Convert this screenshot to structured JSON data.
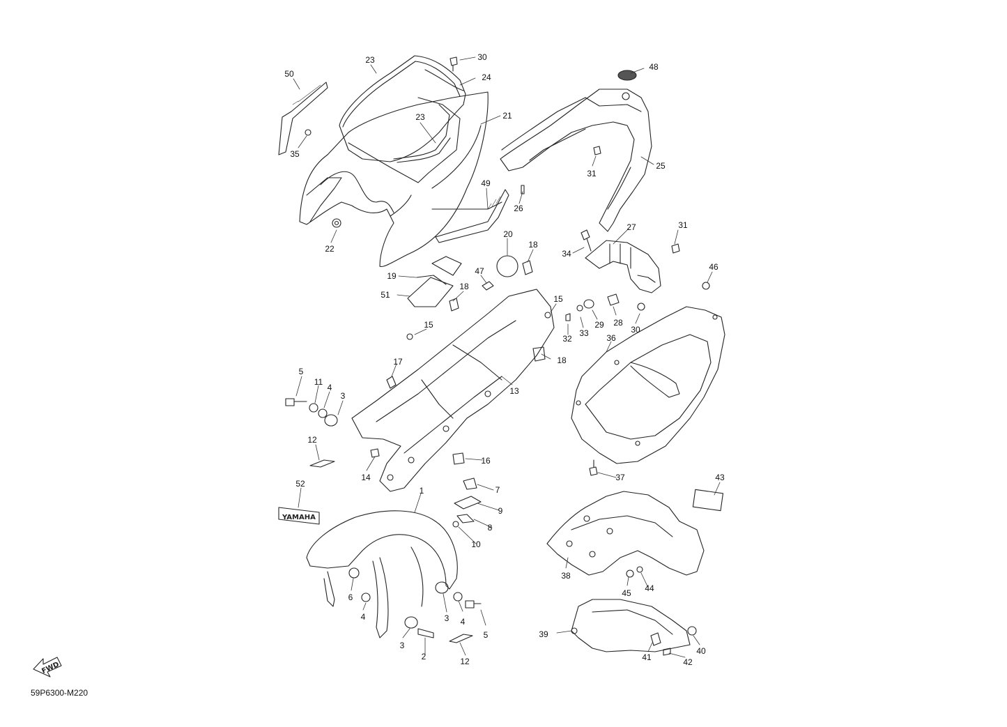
{
  "diagram_code": "59P6300-M220",
  "fwd_label": "FWD",
  "callouts": [
    {
      "id": "c50",
      "label": "50"
    },
    {
      "id": "c23a",
      "label": "23"
    },
    {
      "id": "c30a",
      "label": "30"
    },
    {
      "id": "c24",
      "label": "24"
    },
    {
      "id": "c23b",
      "label": "23"
    },
    {
      "id": "c21",
      "label": "21"
    },
    {
      "id": "c35",
      "label": "35"
    },
    {
      "id": "c22",
      "label": "22"
    },
    {
      "id": "c49",
      "label": "49"
    },
    {
      "id": "c48",
      "label": "48"
    },
    {
      "id": "c31a",
      "label": "31"
    },
    {
      "id": "c25",
      "label": "25"
    },
    {
      "id": "c26",
      "label": "26"
    },
    {
      "id": "c27",
      "label": "27"
    },
    {
      "id": "c31b",
      "label": "31"
    },
    {
      "id": "c34",
      "label": "34"
    },
    {
      "id": "c20",
      "label": "20"
    },
    {
      "id": "c18a",
      "label": "18"
    },
    {
      "id": "c19",
      "label": "19"
    },
    {
      "id": "c47",
      "label": "47"
    },
    {
      "id": "c51",
      "label": "51"
    },
    {
      "id": "c18b",
      "label": "18"
    },
    {
      "id": "c15a",
      "label": "15"
    },
    {
      "id": "c15b",
      "label": "15"
    },
    {
      "id": "c29",
      "label": "29"
    },
    {
      "id": "c28",
      "label": "28"
    },
    {
      "id": "c32",
      "label": "32"
    },
    {
      "id": "c33",
      "label": "33"
    },
    {
      "id": "c30b",
      "label": "30"
    },
    {
      "id": "c46",
      "label": "46"
    },
    {
      "id": "c36",
      "label": "36"
    },
    {
      "id": "c18c",
      "label": "18"
    },
    {
      "id": "c17",
      "label": "17"
    },
    {
      "id": "c13",
      "label": "13"
    },
    {
      "id": "c5a",
      "label": "5"
    },
    {
      "id": "c11",
      "label": "11"
    },
    {
      "id": "c4a",
      "label": "4"
    },
    {
      "id": "c3a",
      "label": "3"
    },
    {
      "id": "c12a",
      "label": "12"
    },
    {
      "id": "c16",
      "label": "16"
    },
    {
      "id": "c14",
      "label": "14"
    },
    {
      "id": "c37",
      "label": "37"
    },
    {
      "id": "c43",
      "label": "43"
    },
    {
      "id": "c52",
      "label": "52"
    },
    {
      "id": "c1",
      "label": "1"
    },
    {
      "id": "c7",
      "label": "7"
    },
    {
      "id": "c9",
      "label": "9"
    },
    {
      "id": "c8",
      "label": "8"
    },
    {
      "id": "c10",
      "label": "10"
    },
    {
      "id": "c38",
      "label": "38"
    },
    {
      "id": "c45",
      "label": "45"
    },
    {
      "id": "c44",
      "label": "44"
    },
    {
      "id": "c6",
      "label": "6"
    },
    {
      "id": "c4b",
      "label": "4"
    },
    {
      "id": "c3b",
      "label": "3"
    },
    {
      "id": "c4c",
      "label": "4"
    },
    {
      "id": "c5b",
      "label": "5"
    },
    {
      "id": "c3c",
      "label": "3"
    },
    {
      "id": "c2",
      "label": "2"
    },
    {
      "id": "c12b",
      "label": "12"
    },
    {
      "id": "c39",
      "label": "39"
    },
    {
      "id": "c40",
      "label": "40"
    },
    {
      "id": "c41",
      "label": "41"
    },
    {
      "id": "c42",
      "label": "42"
    }
  ]
}
